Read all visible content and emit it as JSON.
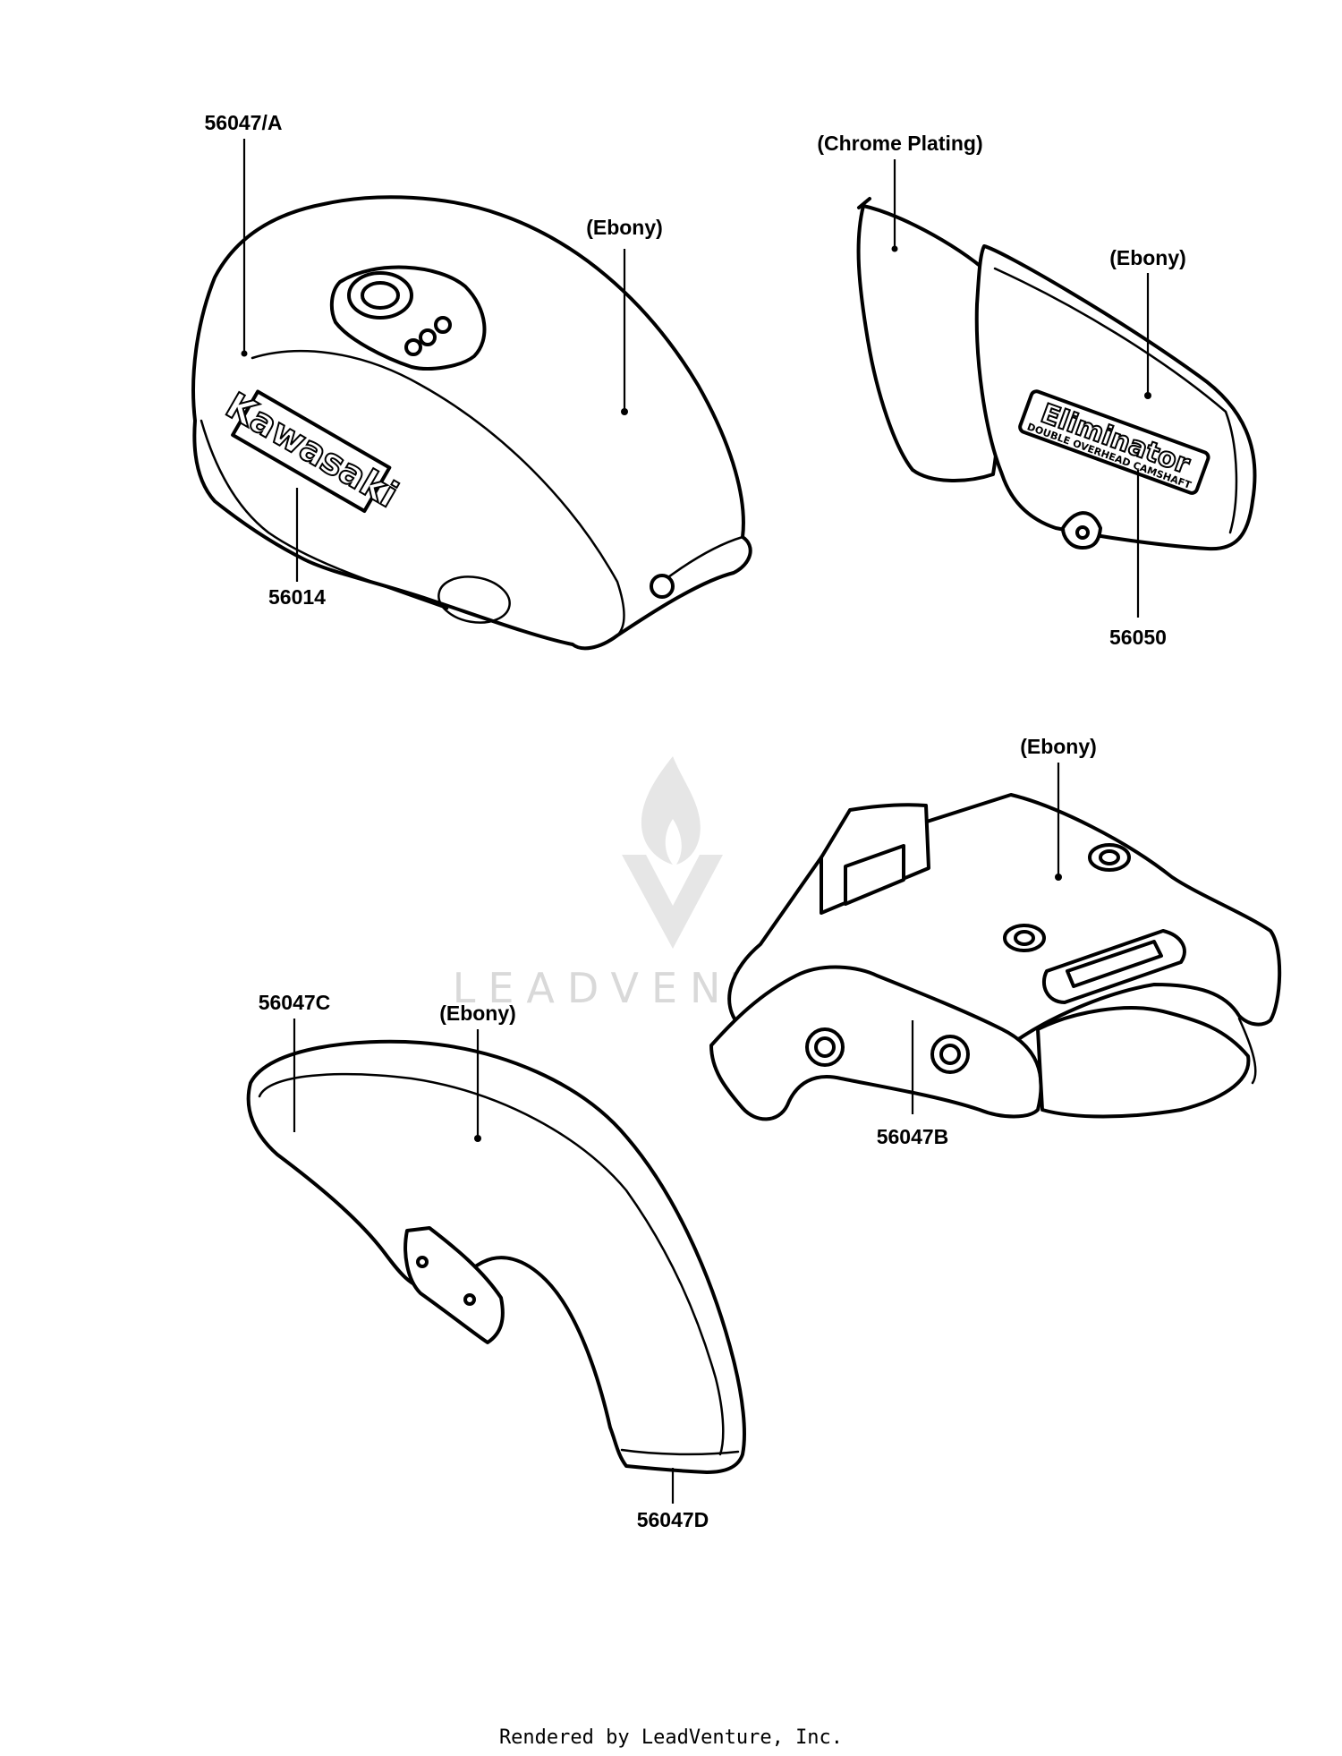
{
  "labels": {
    "tank_trim": "56047/A",
    "tank_emblem": "56014",
    "tank_color": "(Ebony)",
    "side_cover_plating": "(Chrome Plating)",
    "side_cover_color": "(Ebony)",
    "side_cover_emblem": "56050",
    "rear_fender_color": "(Ebony)",
    "rear_fender_trim": "56047B",
    "front_fender_trim_c": "56047C",
    "front_fender_color": "(Ebony)",
    "front_fender_trim_d": "56047D"
  },
  "emblems": {
    "tank": "Kawasaki",
    "side_cover": "Eliminator",
    "side_cover_sub": "DOUBLE OVERHEAD CAMSHAFT"
  },
  "watermark": "LEADVENTURE",
  "footer": "Rendered by LeadVenture, Inc."
}
